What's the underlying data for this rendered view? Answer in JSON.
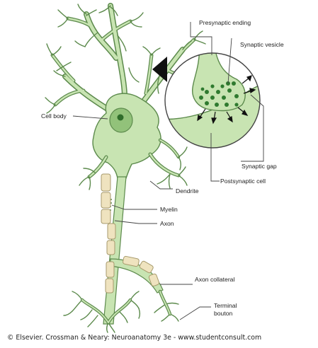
{
  "colors": {
    "cytoplasm": "#c8e4b2",
    "outline": "#5c8a4c",
    "nucleus": "#92c27a",
    "nucleolus": "#2f6d2a",
    "myelin": "#efe3bf",
    "myelin_outline": "#a79a6c",
    "vesicle": "#2f7a2f",
    "leader": "#444444",
    "text": "#222222",
    "background": "#ffffff"
  },
  "labels": {
    "presynaptic_ending": "Presynaptic ending",
    "synaptic_vesicle": "Synaptic vesicle",
    "cell_body": "Cell body",
    "synaptic_gap": "Synaptic gap",
    "postsynaptic_cell": "Postsynaptic cell",
    "dendrite": "Dendrite",
    "myelin": "Myelin",
    "axon": "Axon",
    "axon_collateral": "Axon collateral",
    "terminal_line1": "Terminal",
    "terminal_line2": "bouton"
  },
  "credit": "© Elsevier. Crossman & Neary: Neuroanatomy 3e - www.studentconsult.com"
}
